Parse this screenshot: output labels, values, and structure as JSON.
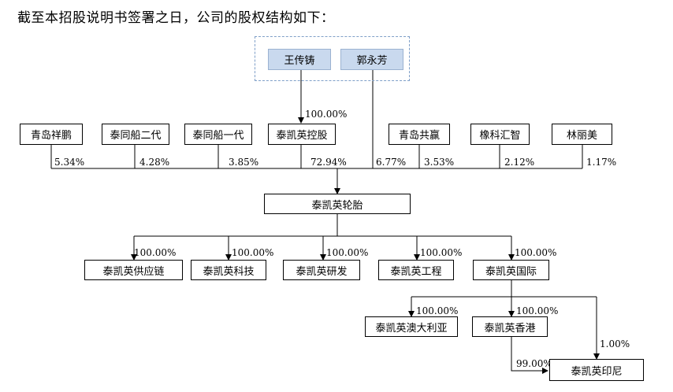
{
  "heading": "截至本招股说明书签署之日，公司的股权结构如下：",
  "controllers": {
    "person_1": "王传铸",
    "person_2": "郭永芳"
  },
  "shareholders": [
    {
      "name": "青岛祥鹏",
      "pct": "5.34%"
    },
    {
      "name": "泰同船二代",
      "pct": "4.28%"
    },
    {
      "name": "泰同船一代",
      "pct": "3.85%"
    },
    {
      "name": "泰凯英控股",
      "pct": "72.94%"
    },
    {
      "name": "青岛共赢",
      "pct": "3.53%"
    },
    {
      "name": "橡科汇智",
      "pct": "2.12%"
    },
    {
      "name": "林丽美",
      "pct": "1.17%"
    }
  ],
  "controller_to_holding_pct": "100.00%",
  "person_2_direct_pct": "6.77%",
  "company": "泰凯英轮胎",
  "subsidiaries": [
    {
      "name": "泰凯英供应链",
      "pct": "100.00%"
    },
    {
      "name": "泰凯英科技",
      "pct": "100.00%"
    },
    {
      "name": "泰凯英研发",
      "pct": "100.00%"
    },
    {
      "name": "泰凯英工程",
      "pct": "100.00%"
    },
    {
      "name": "泰凯英国际",
      "pct": "100.00%"
    }
  ],
  "second_level": [
    {
      "name": "泰凯英澳大利亚",
      "pct": "100.00%"
    },
    {
      "name": "泰凯英香港",
      "pct": "100.00%"
    }
  ],
  "third_level": {
    "name": "泰凯英印尼",
    "pct_from_hongkong": "99.00%",
    "pct_from_international": "1.00%"
  }
}
